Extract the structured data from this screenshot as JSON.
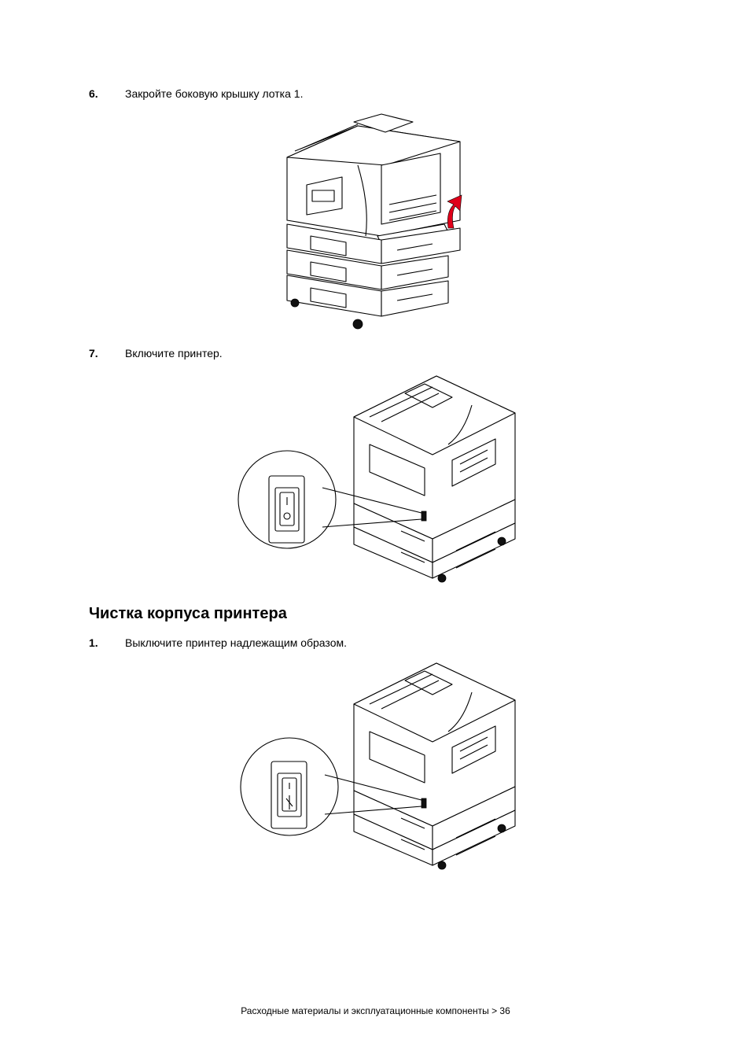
{
  "steps": [
    {
      "number": "6.",
      "text": "Закройте боковую крышку лотка 1."
    },
    {
      "number": "7.",
      "text": "Включите принтер."
    }
  ],
  "section": {
    "title": "Чистка корпуса принтера",
    "steps": [
      {
        "number": "1.",
        "text": "Выключите принтер надлежащим образом."
      }
    ]
  },
  "footer": {
    "text": "Расходные материалы и эксплуатационные компоненты > 36"
  },
  "colors": {
    "arrow": "#e0001a"
  }
}
